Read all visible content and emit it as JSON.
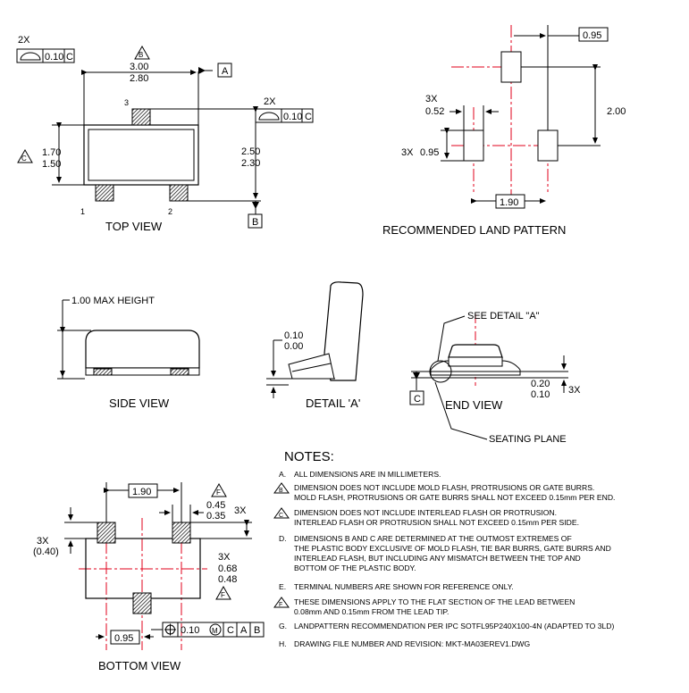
{
  "views": {
    "top": "TOP VIEW",
    "land": "RECOMMENDED LAND PATTERN",
    "side": "SIDE VIEW",
    "detail": "DETAIL 'A'",
    "end": "END VIEW",
    "bottom": "BOTTOM VIEW"
  },
  "callouts": {
    "see_detail": "SEE DETAIL \"A\"",
    "seating_plane": "SEATING PLANE",
    "max_height": "1.00 MAX HEIGHT"
  },
  "datums": {
    "a": "A",
    "b": "B",
    "c": "C"
  },
  "symbols": {
    "m": "M"
  },
  "pins": {
    "p1": "1",
    "p2": "2",
    "p3": "3"
  },
  "top_view": {
    "tol_count": "2X",
    "tol_value": "0.10",
    "tol_datum": "C",
    "width_flag": "B",
    "width_max": "3.00",
    "width_min": "2.80",
    "height_flag": "C",
    "height_max": "1.70",
    "height_min": "1.50",
    "lead_span_max": "2.50",
    "lead_span_min": "2.30",
    "tol2_count": "2X",
    "tol2_value": "0.10",
    "tol2_datum": "C"
  },
  "land_pattern": {
    "pitch": "0.95",
    "height": "2.00",
    "pad_width_count": "3X",
    "pad_width": "0.52",
    "pad_length_count": "3X",
    "pad_length": "0.95",
    "span": "1.90"
  },
  "detail_view": {
    "max": "0.10",
    "min": "0.00"
  },
  "end_view": {
    "max": "0.20",
    "min": "0.10",
    "count": "3X"
  },
  "bottom_view": {
    "span": "1.90",
    "lead_w_flag": "F",
    "lead_w_max": "0.45",
    "lead_w_min": "0.35",
    "lead_w_count": "3X",
    "lead_l_count": "3X",
    "lead_l_ref": "(0.40)",
    "lead_l2_count": "3X",
    "lead_l2_max": "0.68",
    "lead_l2_min": "0.48",
    "flag_e": "F",
    "pitch": "0.95",
    "pos_tol": "0.10",
    "pos_datum1": "C",
    "pos_datum2": "A",
    "pos_datum3": "B"
  },
  "notes": {
    "title": "NOTES:",
    "items": [
      {
        "letter": "A.",
        "flag": "",
        "lines": [
          "ALL DIMENSIONS ARE IN MILLIMETERS."
        ]
      },
      {
        "letter": "",
        "flag": "B",
        "lines": [
          "DIMENSION DOES NOT INCLUDE MOLD FLASH, PROTRUSIONS OR GATE BURRS.",
          "MOLD FLASH, PROTRUSIONS OR GATE BURRS SHALL NOT EXCEED 0.15mm PER END."
        ]
      },
      {
        "letter": "",
        "flag": "C",
        "lines": [
          "DIMENSION DOES NOT INCLUDE INTERLEAD FLASH OR PROTRUSION.",
          "INTERLEAD FLASH OR PROTRUSION SHALL NOT EXCEED 0.15mm PER SIDE."
        ]
      },
      {
        "letter": "D.",
        "flag": "",
        "lines": [
          "DIMENSIONS B AND C ARE DETERMINED AT THE OUTMOST EXTREMES OF",
          "THE PLASTIC BODY EXCLUSIVE OF MOLD FLASH, TIE BAR BURRS, GATE BURRS AND",
          "INTERLEAD FLASH, BUT INCLUDING ANY MISMATCH BETWEEN THE TOP AND",
          "BOTTOM OF THE PLASTIC BODY."
        ]
      },
      {
        "letter": "E.",
        "flag": "",
        "lines": [
          "TERMINAL NUMBERS ARE SHOWN FOR REFERENCE ONLY."
        ]
      },
      {
        "letter": "",
        "flag": "F",
        "lines": [
          "THESE DIMENSIONS APPLY TO THE FLAT SECTION OF THE LEAD BETWEEN",
          "0.08mm AND 0.15mm FROM THE LEAD TIP."
        ]
      },
      {
        "letter": "G.",
        "flag": "",
        "lines": [
          "LANDPATTERN RECOMMENDATION PER IPC SOTFL95P240X100-4N (ADAPTED TO 3LD)"
        ]
      },
      {
        "letter": "H.",
        "flag": "",
        "lines": [
          "DRAWING FILE NUMBER AND REVISION: MKT-MA03EREV1.DWG"
        ]
      }
    ]
  },
  "colors": {
    "line": "#000000",
    "centerline": "#e0001b",
    "background": "#ffffff"
  }
}
